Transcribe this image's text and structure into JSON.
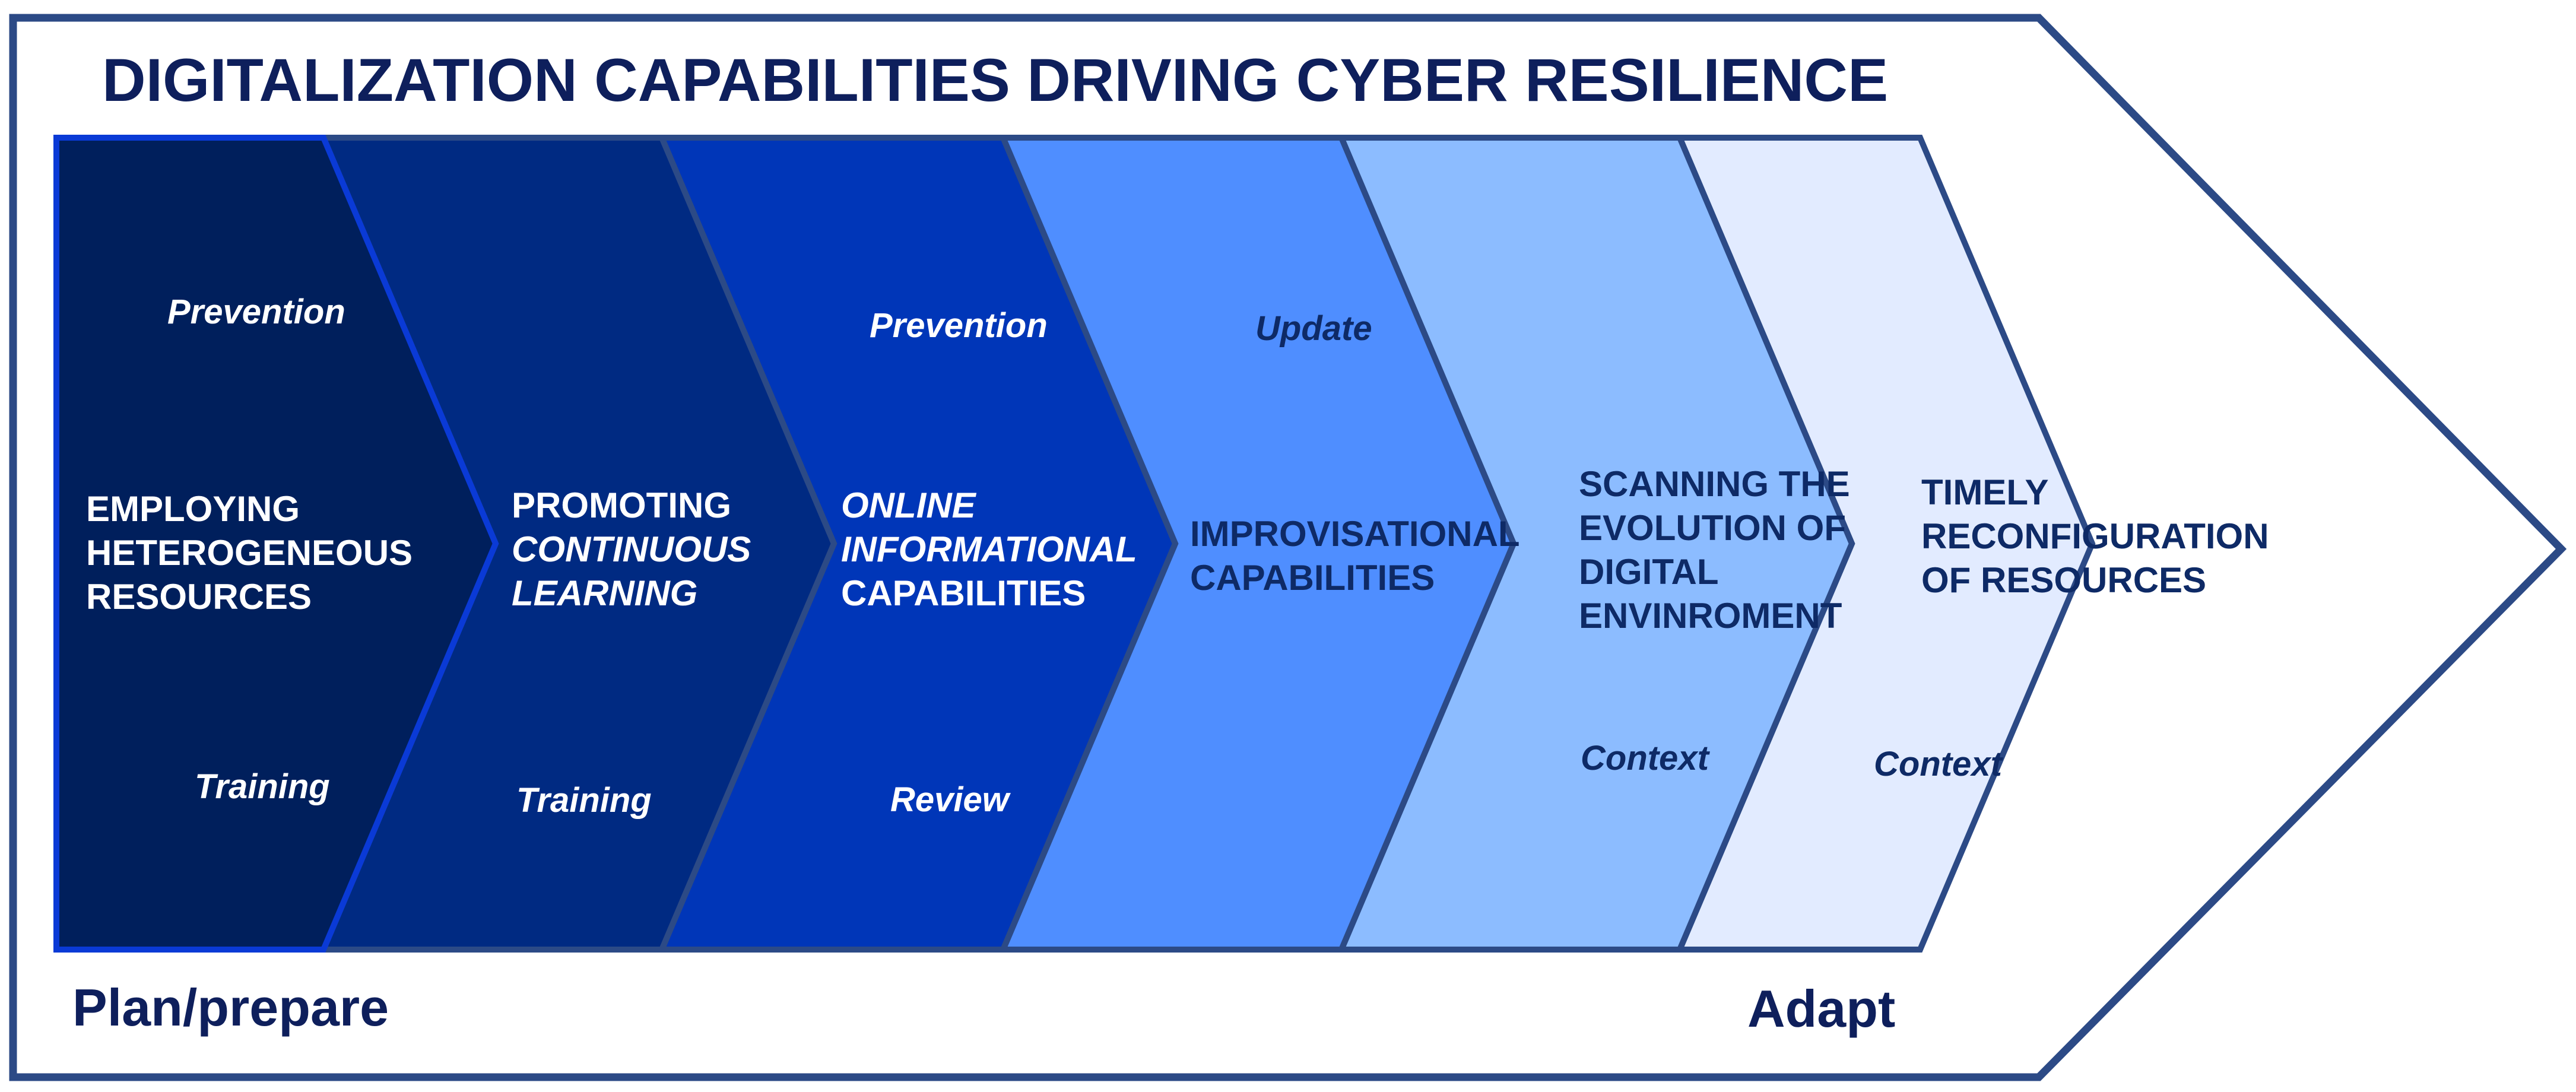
{
  "title": "DIGITALIZATION CAPABILITIES DRIVING CYBER RESILIENCE",
  "colors": {
    "outline": "#2c4a86",
    "title": "#0e1f5c",
    "stage_1": "#001f5c",
    "stage_2": "#002a82",
    "stage_3": "#0036b8",
    "stage_4": "#4f8eff",
    "stage_5": "#8cbcff",
    "stage_6": "#e2ebff",
    "light_text": "#ffffff",
    "dark_text": "#0e2a66"
  },
  "stages": [
    {
      "lines": [
        {
          "text": "EMPLOYING",
          "italic": false
        },
        {
          "text": "HETEROGENEOUS",
          "italic": false
        },
        {
          "text": "RESOURCES",
          "italic": false
        }
      ],
      "top_label": "Prevention",
      "bottom_label": "Training"
    },
    {
      "lines": [
        {
          "text": "PROMOTING",
          "italic": false
        },
        {
          "text": "CONTINUOUS",
          "italic": true
        },
        {
          "text": "LEARNING",
          "italic": true
        }
      ],
      "top_label": "",
      "bottom_label": "Training"
    },
    {
      "lines": [
        {
          "text": "ONLINE",
          "italic": true
        },
        {
          "text": "INFORMATIONAL",
          "italic": true
        },
        {
          "text": "CAPABILITIES",
          "italic": false
        }
      ],
      "top_label": "Prevention",
      "bottom_label": "Review"
    },
    {
      "lines": [
        {
          "text": "IMPROVISATIONAL",
          "italic": false
        },
        {
          "text": "CAPABILITIES",
          "italic": false
        }
      ],
      "top_label": "Update",
      "bottom_label": ""
    },
    {
      "lines": [
        {
          "text": "SCANNING THE",
          "italic": false
        },
        {
          "text": "EVOLUTION OF",
          "italic": false
        },
        {
          "text": "DIGITAL",
          "italic": false
        },
        {
          "text": "ENVINROMENT",
          "italic": false
        }
      ],
      "top_label": "",
      "bottom_label": "Context"
    },
    {
      "lines": [
        {
          "text": "TIMELY",
          "italic": false
        },
        {
          "text": "RECONFIGURATION",
          "italic": false
        },
        {
          "text": "OF RESOURCES",
          "italic": false
        }
      ],
      "top_label": "",
      "bottom_label": "Context"
    }
  ],
  "phases": {
    "start": "Plan/prepare",
    "end": "Adapt"
  }
}
